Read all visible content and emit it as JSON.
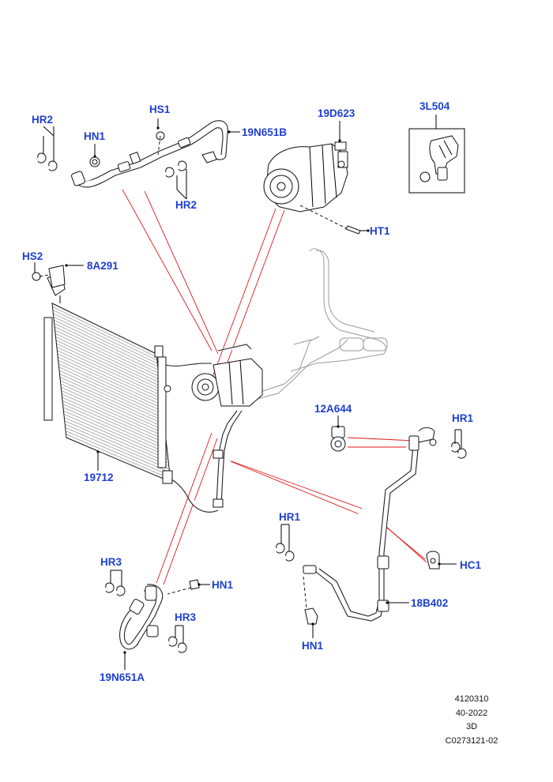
{
  "callouts": {
    "hr2_top_left": "HR2",
    "hn1_top": "HN1",
    "hs1": "HS1",
    "p19n651b": "19N651B",
    "hr2_top_mid": "HR2",
    "p19d623": "19D623",
    "p3l504": "3L504",
    "ht1": "HT1",
    "hs2": "HS2",
    "p8a291": "8A291",
    "p19712": "19712",
    "p12a644": "12A644",
    "hr1_right": "HR1",
    "hr1_mid": "HR1",
    "hc1": "HC1",
    "p18b402": "18B402",
    "hn1_bottom": "HN1",
    "hr3_left": "HR3",
    "hn1_left": "HN1",
    "hr3_bottom": "HR3",
    "p19n651a": "19N651A"
  },
  "reference": {
    "line1": "4120310",
    "line2": "40-2022",
    "line3": "3D",
    "line4": "C0273121-02"
  },
  "colors": {
    "callout_text": "#1e3fd0",
    "leader_red": "#e01818",
    "line": "#000000"
  }
}
